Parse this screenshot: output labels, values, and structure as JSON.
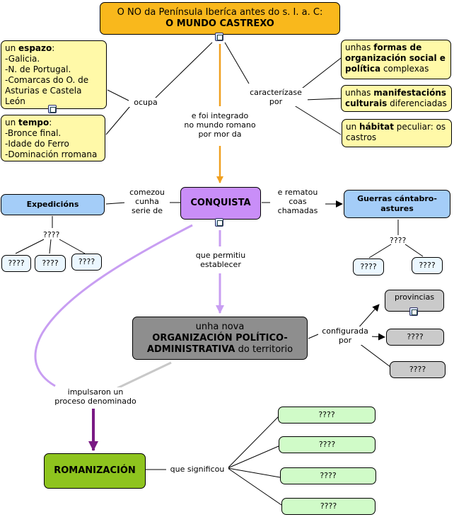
{
  "colors": {
    "orange_arrow": "#f0a020",
    "purple_arrow": "#c89ef2",
    "dark_purple_arrow": "#7a1a84",
    "gray_line": "#c8c8c8",
    "black_line": "#000000"
  },
  "title": {
    "line1": "O NO da Península Iberíca antes do s. I. a. C:",
    "line2": "O MUNDO CASTREXO"
  },
  "espazo": {
    "pre": "un ",
    "bold": "espazo",
    "post": ":",
    "items": [
      "-Galicia.",
      "-N. de Portugal.",
      "-Comarcas do O. de Asturias e Castela León"
    ]
  },
  "tempo": {
    "pre": "un ",
    "bold": "tempo",
    "post": ":",
    "items": [
      "-Bronce final.",
      "-Idade do Ferro",
      "-Dominación rromana"
    ]
  },
  "labels": {
    "ocupa": "ocupa",
    "caracterizase": "caracterízase\npor",
    "integrado": "e foi integrado\nno mundo romano\npor mor da",
    "comezou": "comezou\ncunha\nserie de",
    "rematou": "e rematou\ncoas\nchamadas",
    "permitiu": "que permitiu\nestablecer",
    "configurada": "configurada\npor",
    "impulsaron": "impulsaron un\nproceso denominado",
    "significou": "que significou",
    "q_expedicions": "????",
    "q_guerras": "????"
  },
  "features": [
    {
      "pre": "unhas ",
      "bold": "formas de organización social e política",
      "post": " complexas"
    },
    {
      "pre": "unhas ",
      "bold": "manifestacións culturais",
      "post": " diferenciadas"
    },
    {
      "pre": "un ",
      "bold": "hábitat",
      "post": " peculiar: os castros"
    }
  ],
  "conquista": "CONQUISTA",
  "expedicions": "Expedicións",
  "guerras": "Guerras cántabro-astures",
  "org": {
    "line1": "unha nova",
    "bold": "ORGANIZACIÓN POLÍTICO-ADMINISTRATIVA",
    "post": " do territorio"
  },
  "provincias": "provincias",
  "romanizacion": "ROMANIZACIÓN",
  "unknown": "????"
}
